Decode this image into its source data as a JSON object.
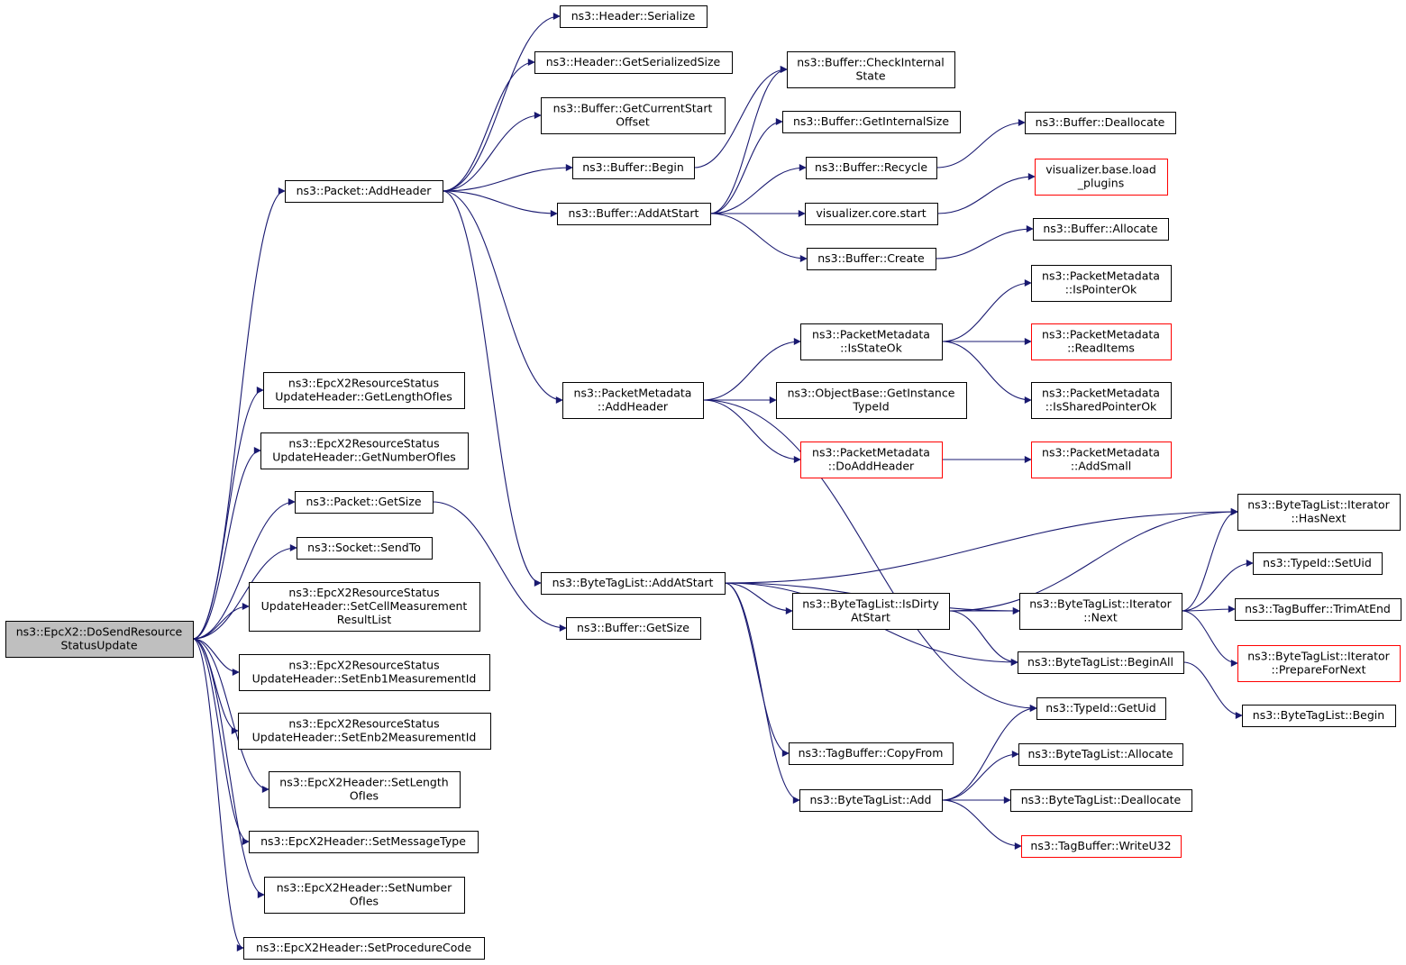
{
  "graph": {
    "nodes": [
      {
        "id": "root",
        "lines": [
          "ns3::EpcX2::DoSendResource",
          "StatusUpdate"
        ],
        "style": "root"
      },
      {
        "id": "pkt_addheader",
        "lines": [
          "ns3::Packet::AddHeader"
        ]
      },
      {
        "id": "rs_getlen",
        "lines": [
          "ns3::EpcX2ResourceStatus",
          "UpdateHeader::GetLengthOfIes"
        ]
      },
      {
        "id": "rs_getnum",
        "lines": [
          "ns3::EpcX2ResourceStatus",
          "UpdateHeader::GetNumberOfIes"
        ]
      },
      {
        "id": "pkt_getsize",
        "lines": [
          "ns3::Packet::GetSize"
        ]
      },
      {
        "id": "sock_sendto",
        "lines": [
          "ns3::Socket::SendTo"
        ]
      },
      {
        "id": "rs_setcell",
        "lines": [
          "ns3::EpcX2ResourceStatus",
          "UpdateHeader::SetCellMeasurement",
          "ResultList"
        ]
      },
      {
        "id": "rs_setenb1",
        "lines": [
          "ns3::EpcX2ResourceStatus",
          "UpdateHeader::SetEnb1MeasurementId"
        ]
      },
      {
        "id": "rs_setenb2",
        "lines": [
          "ns3::EpcX2ResourceStatus",
          "UpdateHeader::SetEnb2MeasurementId"
        ]
      },
      {
        "id": "hdr_setlen",
        "lines": [
          "ns3::EpcX2Header::SetLength",
          "OfIes"
        ]
      },
      {
        "id": "hdr_setmsg",
        "lines": [
          "ns3::EpcX2Header::SetMessageType"
        ]
      },
      {
        "id": "hdr_setnum",
        "lines": [
          "ns3::EpcX2Header::SetNumber",
          "OfIes"
        ]
      },
      {
        "id": "hdr_setproc",
        "lines": [
          "ns3::EpcX2Header::SetProcedureCode"
        ]
      },
      {
        "id": "header_serialize",
        "lines": [
          "ns3::Header::Serialize"
        ]
      },
      {
        "id": "header_getsersize",
        "lines": [
          "ns3::Header::GetSerializedSize"
        ]
      },
      {
        "id": "buf_getcurstart",
        "lines": [
          "ns3::Buffer::GetCurrentStart",
          "Offset"
        ]
      },
      {
        "id": "buf_begin",
        "lines": [
          "ns3::Buffer::Begin"
        ]
      },
      {
        "id": "buf_addatstart",
        "lines": [
          "ns3::Buffer::AddAtStart"
        ]
      },
      {
        "id": "pm_addheader",
        "lines": [
          "ns3::PacketMetadata",
          "::AddHeader"
        ]
      },
      {
        "id": "btl_addatstart",
        "lines": [
          "ns3::ByteTagList::AddAtStart"
        ]
      },
      {
        "id": "buf_getsize",
        "lines": [
          "ns3::Buffer::GetSize"
        ]
      },
      {
        "id": "buf_checkinternal",
        "lines": [
          "ns3::Buffer::CheckInternal",
          "State"
        ]
      },
      {
        "id": "buf_getinternalsize",
        "lines": [
          "ns3::Buffer::GetInternalSize"
        ]
      },
      {
        "id": "buf_recycle",
        "lines": [
          "ns3::Buffer::Recycle"
        ]
      },
      {
        "id": "vis_core_start",
        "lines": [
          "visualizer.core.start"
        ]
      },
      {
        "id": "buf_create",
        "lines": [
          "ns3::Buffer::Create"
        ]
      },
      {
        "id": "pm_isstateok",
        "lines": [
          "ns3::PacketMetadata",
          "::IsStateOk"
        ]
      },
      {
        "id": "ob_getinstancetypeid",
        "lines": [
          "ns3::ObjectBase::GetInstance",
          "TypeId"
        ]
      },
      {
        "id": "pm_doaddheader",
        "lines": [
          "ns3::PacketMetadata",
          "::DoAddHeader"
        ],
        "style": "red"
      },
      {
        "id": "btl_isdirty",
        "lines": [
          "ns3::ByteTagList::IsDirty",
          "AtStart"
        ]
      },
      {
        "id": "tb_copyfrom",
        "lines": [
          "ns3::TagBuffer::CopyFrom"
        ]
      },
      {
        "id": "btl_add",
        "lines": [
          "ns3::ByteTagList::Add"
        ]
      },
      {
        "id": "buf_deallocate",
        "lines": [
          "ns3::Buffer::Deallocate"
        ]
      },
      {
        "id": "vis_load_plugins",
        "lines": [
          "visualizer.base.load",
          "_plugins"
        ],
        "style": "red"
      },
      {
        "id": "buf_allocate",
        "lines": [
          "ns3::Buffer::Allocate"
        ]
      },
      {
        "id": "pm_ispointerok",
        "lines": [
          "ns3::PacketMetadata",
          "::IsPointerOk"
        ]
      },
      {
        "id": "pm_readitems",
        "lines": [
          "ns3::PacketMetadata",
          "::ReadItems"
        ],
        "style": "red"
      },
      {
        "id": "pm_issharedptrok",
        "lines": [
          "ns3::PacketMetadata",
          "::IsSharedPointerOk"
        ]
      },
      {
        "id": "pm_addsmall",
        "lines": [
          "ns3::PacketMetadata",
          "::AddSmall"
        ],
        "style": "red"
      },
      {
        "id": "btl_iter_next",
        "lines": [
          "ns3::ByteTagList::Iterator",
          "::Next"
        ]
      },
      {
        "id": "btl_beginall",
        "lines": [
          "ns3::ByteTagList::BeginAll"
        ]
      },
      {
        "id": "typeid_getuid",
        "lines": [
          "ns3::TypeId::GetUid"
        ]
      },
      {
        "id": "btl_allocate",
        "lines": [
          "ns3::ByteTagList::Allocate"
        ]
      },
      {
        "id": "btl_deallocate",
        "lines": [
          "ns3::ByteTagList::Deallocate"
        ]
      },
      {
        "id": "tb_writeu32",
        "lines": [
          "ns3::TagBuffer::WriteU32"
        ],
        "style": "red"
      },
      {
        "id": "btl_iter_hasnext",
        "lines": [
          "ns3::ByteTagList::Iterator",
          "::HasNext"
        ]
      },
      {
        "id": "typeid_setuid",
        "lines": [
          "ns3::TypeId::SetUid"
        ]
      },
      {
        "id": "tb_trimatend",
        "lines": [
          "ns3::TagBuffer::TrimAtEnd"
        ]
      },
      {
        "id": "btl_iter_prepare",
        "lines": [
          "ns3::ByteTagList::Iterator",
          "::PrepareForNext"
        ],
        "style": "red"
      },
      {
        "id": "btl_begin",
        "lines": [
          "ns3::ByteTagList::Begin"
        ]
      }
    ],
    "edges": [
      [
        "root",
        "pkt_addheader"
      ],
      [
        "root",
        "rs_getlen"
      ],
      [
        "root",
        "rs_getnum"
      ],
      [
        "root",
        "pkt_getsize"
      ],
      [
        "root",
        "sock_sendto"
      ],
      [
        "root",
        "rs_setcell"
      ],
      [
        "root",
        "rs_setenb1"
      ],
      [
        "root",
        "rs_setenb2"
      ],
      [
        "root",
        "hdr_setlen"
      ],
      [
        "root",
        "hdr_setmsg"
      ],
      [
        "root",
        "hdr_setnum"
      ],
      [
        "root",
        "hdr_setproc"
      ],
      [
        "pkt_addheader",
        "header_serialize"
      ],
      [
        "pkt_addheader",
        "header_getsersize"
      ],
      [
        "pkt_addheader",
        "buf_getcurstart"
      ],
      [
        "pkt_addheader",
        "buf_begin"
      ],
      [
        "pkt_addheader",
        "buf_addatstart"
      ],
      [
        "pkt_addheader",
        "pm_addheader"
      ],
      [
        "pkt_addheader",
        "btl_addatstart"
      ],
      [
        "pkt_getsize",
        "buf_getsize"
      ],
      [
        "buf_begin",
        "buf_checkinternal"
      ],
      [
        "buf_addatstart",
        "buf_checkinternal"
      ],
      [
        "buf_addatstart",
        "buf_getinternalsize"
      ],
      [
        "buf_addatstart",
        "buf_recycle"
      ],
      [
        "buf_addatstart",
        "vis_core_start"
      ],
      [
        "buf_addatstart",
        "buf_create"
      ],
      [
        "buf_recycle",
        "buf_deallocate"
      ],
      [
        "vis_core_start",
        "vis_load_plugins"
      ],
      [
        "buf_create",
        "buf_allocate"
      ],
      [
        "pm_addheader",
        "pm_isstateok"
      ],
      [
        "pm_addheader",
        "ob_getinstancetypeid"
      ],
      [
        "pm_addheader",
        "pm_doaddheader"
      ],
      [
        "pm_addheader",
        "typeid_getuid"
      ],
      [
        "pm_isstateok",
        "pm_ispointerok"
      ],
      [
        "pm_isstateok",
        "pm_readitems"
      ],
      [
        "pm_isstateok",
        "pm_issharedptrok"
      ],
      [
        "pm_doaddheader",
        "pm_addsmall"
      ],
      [
        "btl_addatstart",
        "btl_iter_hasnext"
      ],
      [
        "btl_addatstart",
        "btl_iter_next"
      ],
      [
        "btl_addatstart",
        "btl_isdirty"
      ],
      [
        "btl_addatstart",
        "btl_beginall"
      ],
      [
        "btl_addatstart",
        "tb_copyfrom"
      ],
      [
        "btl_addatstart",
        "btl_add"
      ],
      [
        "btl_isdirty",
        "btl_iter_hasnext"
      ],
      [
        "btl_isdirty",
        "btl_iter_next"
      ],
      [
        "btl_isdirty",
        "btl_beginall"
      ],
      [
        "btl_iter_next",
        "btl_iter_hasnext"
      ],
      [
        "btl_iter_next",
        "typeid_setuid"
      ],
      [
        "btl_iter_next",
        "tb_trimatend"
      ],
      [
        "btl_iter_next",
        "btl_iter_prepare"
      ],
      [
        "btl_beginall",
        "btl_begin"
      ],
      [
        "btl_add",
        "typeid_getuid"
      ],
      [
        "btl_add",
        "btl_allocate"
      ],
      [
        "btl_add",
        "btl_deallocate"
      ],
      [
        "btl_add",
        "tb_writeu32"
      ]
    ]
  }
}
